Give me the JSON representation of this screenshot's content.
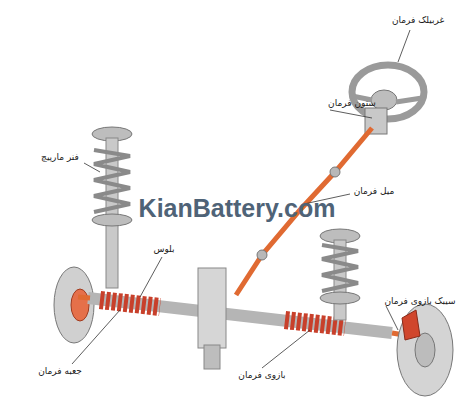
{
  "diagram": {
    "labels": [
      "غربیلک فرمان",
      "ستون فرمان",
      "فنر مارپیچ",
      "میل فرمان",
      "KianBattery.com",
      "بلوس",
      "سیبک بازوی فرمان",
      "جعبه فرمان",
      "بازوی فرمان"
    ]
  }
}
